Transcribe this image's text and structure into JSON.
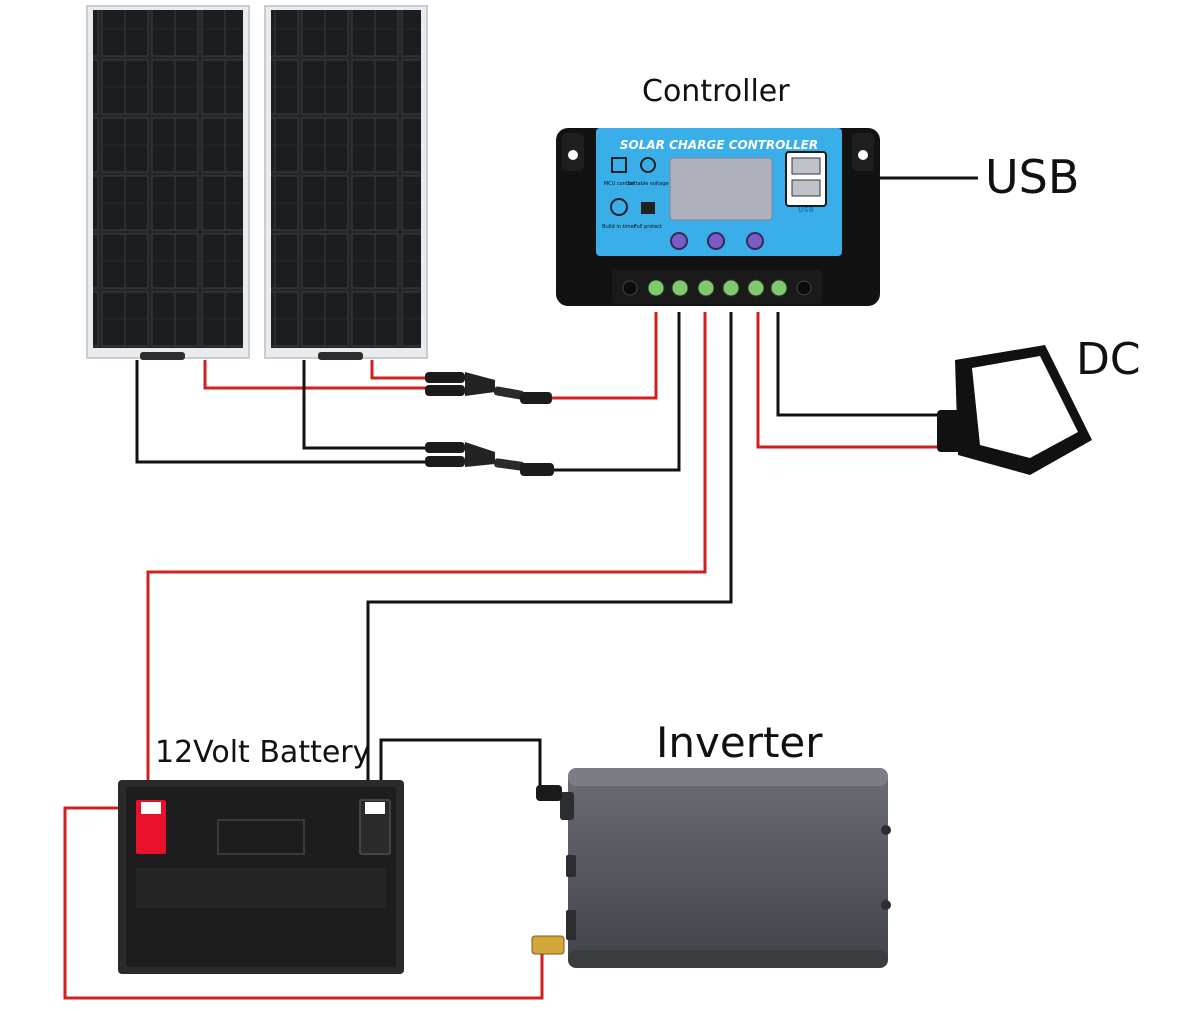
{
  "labels": {
    "controller": "Controller",
    "usb": "USB",
    "dc": "DC",
    "battery": "12Volt Battery",
    "inverter": "Inverter"
  },
  "controller_panel": {
    "title": "SOLAR CHARGE CONTROLLER",
    "icons": [
      {
        "icon": "chip-icon",
        "text": "MCU control"
      },
      {
        "icon": "gear-icon",
        "text": "Settable voltage"
      },
      {
        "icon": "clock-icon",
        "text": "Build in timer"
      },
      {
        "icon": "lock-icon",
        "text": "Full protect"
      }
    ],
    "usb_port_text": "USB"
  },
  "colors": {
    "positive_wire": "#d21f1f",
    "negative_wire": "#111111",
    "controller_face": "#3aaee8",
    "battery_positive": "#e8102a"
  }
}
